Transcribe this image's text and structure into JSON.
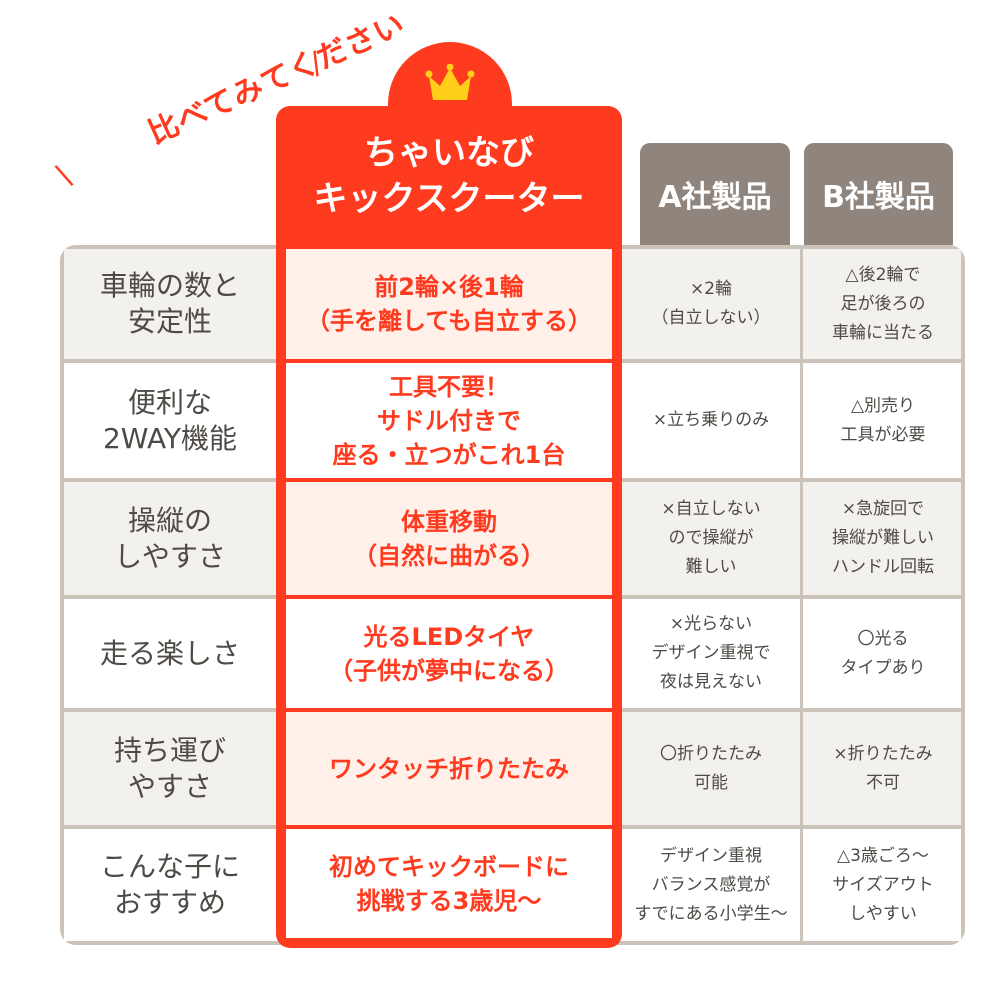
{
  "tagline": "比べてみてください",
  "colors": {
    "accent": "#ff3b1f",
    "competitor_header": "#8f857c",
    "border": "#cbc3ba",
    "text": "#4e4a45",
    "crown": "#ffcf1a"
  },
  "header": {
    "featured": "ちゃいなび\nキックスクーター",
    "company_a": "A社製品",
    "company_b": "B社製品",
    "crown_icon": "crown-icon"
  },
  "rows": [
    {
      "feature": "車輪の数と\n安定性",
      "featured": "前2輪×後1輪\n（手を離しても自立する）",
      "a": "×2輪\n（自立しない）",
      "b": "△後2輪で\n足が後ろの\n車輪に当たる"
    },
    {
      "feature": "便利な\n2WAY機能",
      "featured": "工具不要！\nサドル付きで\n座る・立つがこれ1台",
      "a": "×立ち乗りのみ",
      "b": "△別売り\n工具が必要"
    },
    {
      "feature": "操縦の\nしやすさ",
      "featured": "体重移動\n（自然に曲がる）",
      "a": "×自立しない\nので操縦が\n難しい",
      "b": "×急旋回で\n操縦が難しい\nハンドル回転"
    },
    {
      "feature": "走る楽しさ",
      "featured": "光るLEDタイヤ\n（子供が夢中になる）",
      "a": "×光らない\nデザイン重視で\n夜は見えない",
      "b": "〇光る\nタイプあり"
    },
    {
      "feature": "持ち運び\nやすさ",
      "featured": "ワンタッチ折りたたみ",
      "a": "〇折りたたみ\n可能",
      "b": "×折りたたみ\n不可"
    },
    {
      "feature": "こんな子に\nおすすめ",
      "featured": "初めてキックボードに\n挑戦する3歳児〜",
      "a": "デザイン重視\nバランス感覚が\nすでにある小学生〜",
      "b": "△3歳ごろ〜\nサイズアウト\nしやすい"
    }
  ]
}
